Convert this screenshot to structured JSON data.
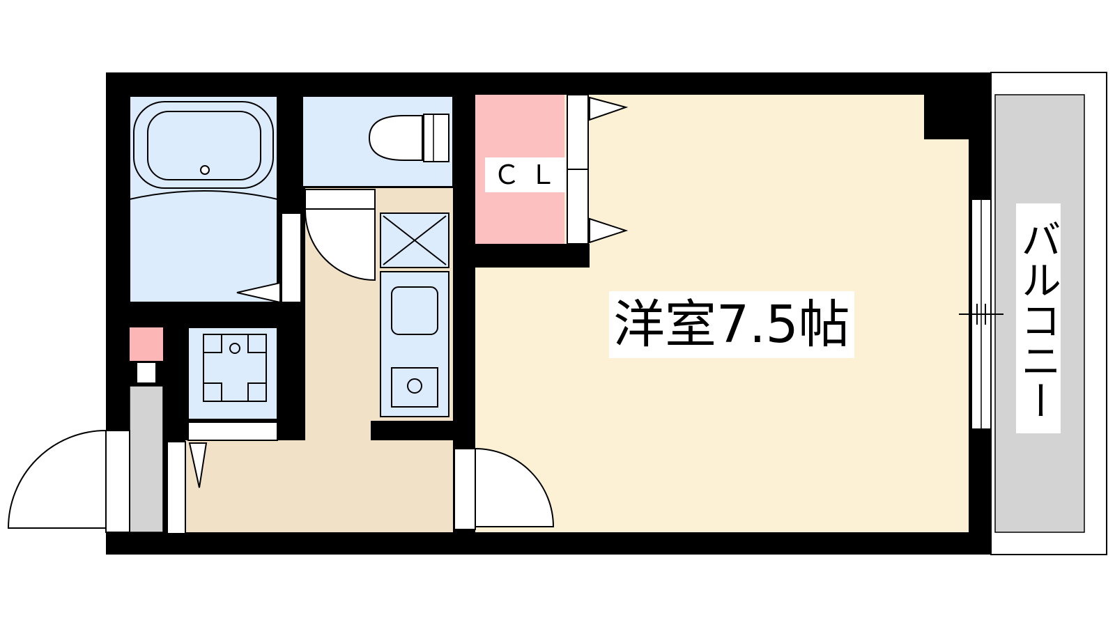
{
  "labels": {
    "western_room": "洋室7.5帖",
    "closet": "ＣＬ",
    "balcony": "バルコニー"
  },
  "colors": {
    "wall": "#000000",
    "western_room_floor": "#fdf1d5",
    "corridor_floor": "#f1e1c6",
    "wet_area": "#dcecfd",
    "closet": "#fdc0c0",
    "balcony_floor": "#d3d3d3",
    "entrance_floor": "#d3d3d3",
    "shoe_box": "#fdb6b6"
  }
}
